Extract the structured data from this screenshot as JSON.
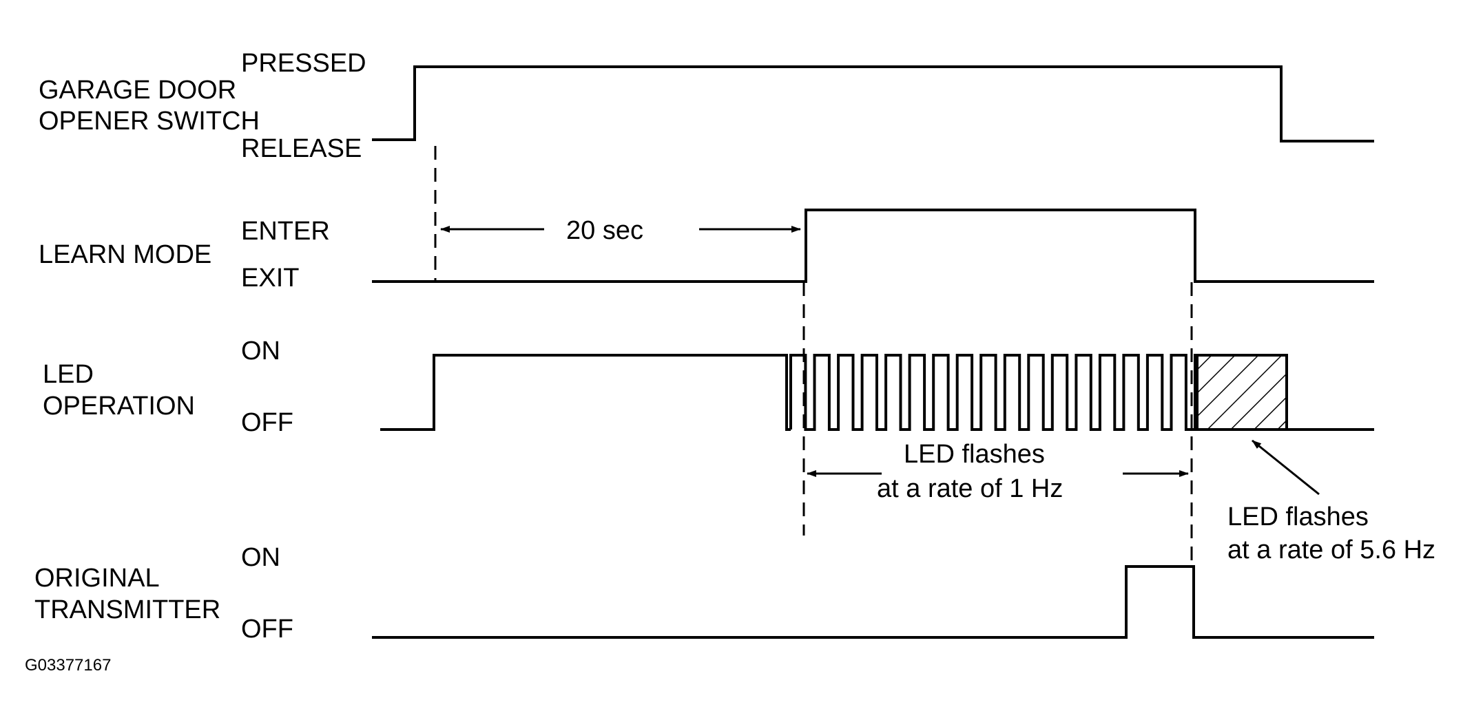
{
  "signals": {
    "garage_switch": {
      "name_line1": "GARAGE DOOR",
      "name_line2": "OPENER SWITCH",
      "high_label": "PRESSED",
      "low_label": "RELEASE"
    },
    "learn_mode": {
      "name_line1": "LEARN MODE",
      "high_label": "ENTER",
      "low_label": "EXIT"
    },
    "led_operation": {
      "name_line1": "LED",
      "name_line2": "OPERATION",
      "high_label": "ON",
      "low_label": "OFF"
    },
    "original_transmitter": {
      "name_line1": "ORIGINAL",
      "name_line2": "TRANSMITTER",
      "high_label": "ON",
      "low_label": "OFF"
    }
  },
  "annotations": {
    "delay": "20 sec",
    "slow_flash_line1": "LED flashes",
    "slow_flash_line2": "at a rate of 1 Hz",
    "fast_flash_line1": "LED flashes",
    "fast_flash_line2": "at a rate of 5.6 Hz"
  },
  "figure_id": "G03377167"
}
